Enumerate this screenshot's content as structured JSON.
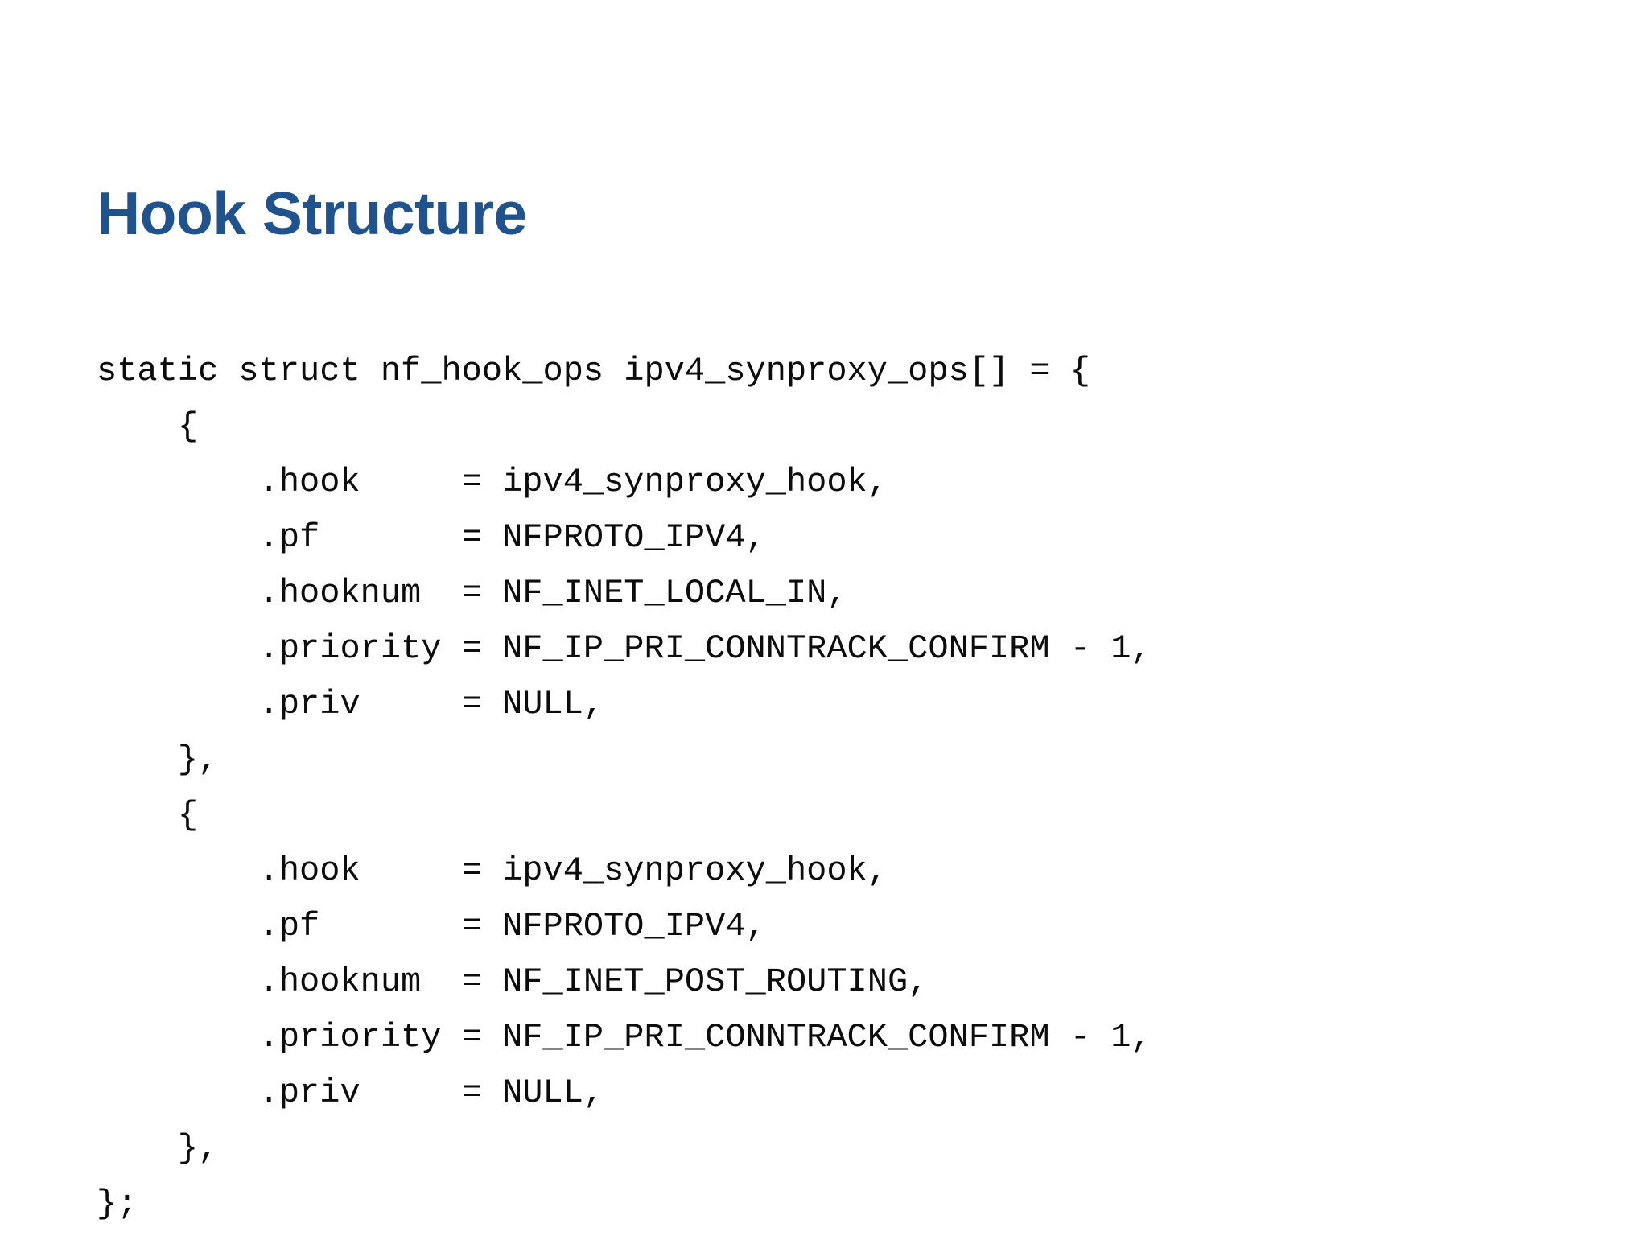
{
  "slide": {
    "title": "Hook Structure",
    "title_color": "#20538d",
    "background_color": "#ffffff",
    "text_color": "#0c0c0c"
  },
  "code": {
    "language": "c",
    "full_text": "static struct nf_hook_ops ipv4_synproxy_ops[] = {\n    {\n        .hook       = ipv4_synproxy_hook,\n        .pf         = NFPROTO_IPV4,\n        .hooknum    = NF_INET_LOCAL_IN,\n        .priority   = NF_IP_PRI_CONNTRACK_CONFIRM - 1,\n        .priv       = NULL,\n    },\n    {\n        .hook       = ipv4_synproxy_hook,\n        .pf         = NFPROTO_IPV4,\n        .hooknum    = NF_INET_POST_ROUTING,\n        .priority   = NF_IP_PRI_CONNTRACK_CONFIRM - 1,\n        .priv       = NULL,\n    },\n};",
    "lines": [
      "static struct nf_hook_ops ipv4_synproxy_ops[] = {",
      "    {",
      "        .hook     = ipv4_synproxy_hook,",
      "        .pf       = NFPROTO_IPV4,",
      "        .hooknum  = NF_INET_LOCAL_IN,",
      "        .priority = NF_IP_PRI_CONNTRACK_CONFIRM - 1,",
      "        .priv     = NULL,",
      "    },",
      "    {",
      "        .hook     = ipv4_synproxy_hook,",
      "        .pf       = NFPROTO_IPV4,",
      "        .hooknum  = NF_INET_POST_ROUTING,",
      "        .priority = NF_IP_PRI_CONNTRACK_CONFIRM - 1,",
      "        .priv     = NULL,",
      "    },",
      "};"
    ],
    "declaration": {
      "storage": "static",
      "type": "struct nf_hook_ops",
      "name": "ipv4_synproxy_ops[]"
    },
    "entries": [
      {
        "hook": "ipv4_synproxy_hook",
        "pf": "NFPROTO_IPV4",
        "hooknum": "NF_INET_LOCAL_IN",
        "priority": "NF_IP_PRI_CONNTRACK_CONFIRM - 1",
        "priv": "NULL"
      },
      {
        "hook": "ipv4_synproxy_hook",
        "pf": "NFPROTO_IPV4",
        "hooknum": "NF_INET_POST_ROUTING",
        "priority": "NF_IP_PRI_CONNTRACK_CONFIRM - 1",
        "priv": "NULL"
      }
    ]
  }
}
